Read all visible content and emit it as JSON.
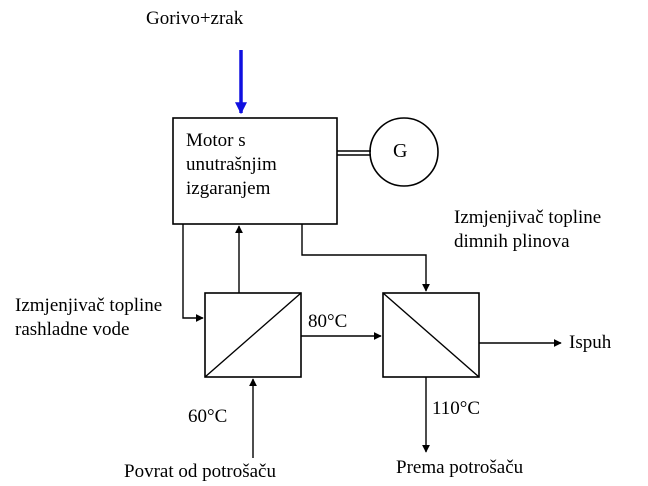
{
  "labels": {
    "input": "Gorivo+zrak",
    "motor": "Motor s\nunutrašnjim\nizgaranjem",
    "generator": "G",
    "hx_exhaust": "Izmjenjivač topline\ndimnih plinova",
    "hx_cooling": "Izmjenjivač topline\nrashladne vode",
    "temp_80": "80°C",
    "temp_60": "60°C",
    "temp_110": "110°C",
    "exhaust": "Ispuh",
    "return_from_consumer": "Povrat od potrošaču",
    "to_consumer": "Prema potrošaču"
  },
  "colors": {
    "fuel_arrow": "#1010e0",
    "lines": "#000000"
  }
}
